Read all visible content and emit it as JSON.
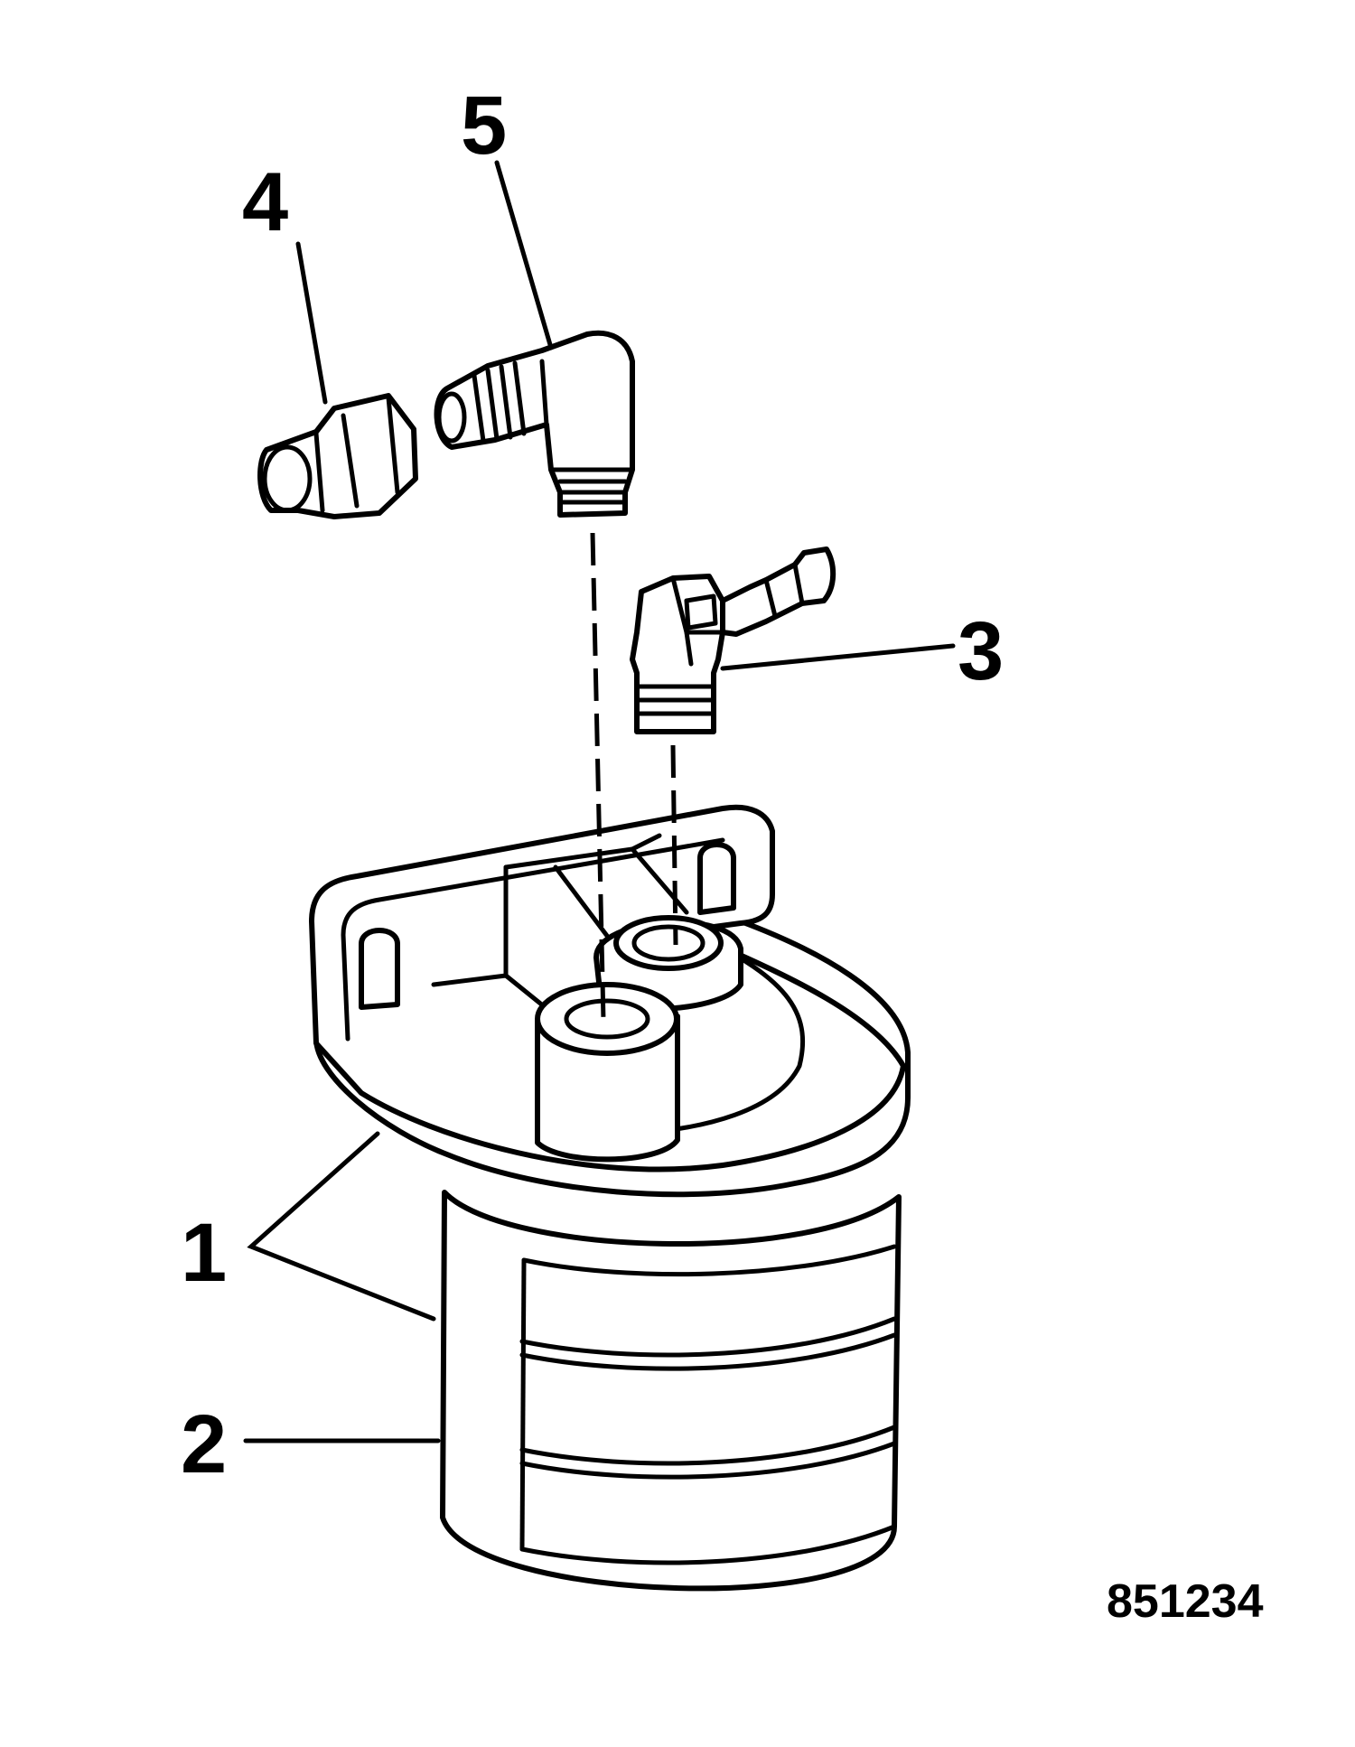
{
  "callouts": [
    {
      "id": "1",
      "label": "1"
    },
    {
      "id": "2",
      "label": "2"
    },
    {
      "id": "3",
      "label": "3"
    },
    {
      "id": "4",
      "label": "4"
    },
    {
      "id": "5",
      "label": "5"
    }
  ],
  "reference_number": "851234",
  "colors": {
    "line": "#000000",
    "background": "#ffffff"
  }
}
